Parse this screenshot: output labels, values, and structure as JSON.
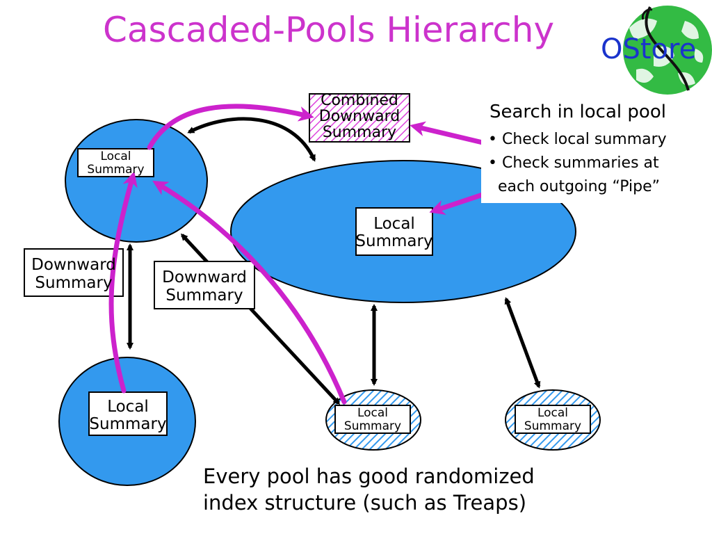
{
  "slide": {
    "title": "Cascaded-Pools Hierarchy",
    "logo_text": "OStore"
  },
  "diagram": {
    "combined_summary": [
      "Combined",
      "Downward",
      "Summary"
    ],
    "local_summary": [
      "Local",
      "Summary"
    ],
    "downward_summary_label": [
      "Downward",
      "Summary"
    ]
  },
  "callout": {
    "title": "Search in local pool",
    "bullets": [
      "• Check local summary",
      "• Check summaries at",
      "  each outgoing “Pipe”"
    ]
  },
  "footer": {
    "lines": [
      "Every pool has good randomized",
      "index structure (such as Treaps)"
    ]
  },
  "colors": {
    "pool_fill": "#3399ee",
    "accent_arrow": "#cc22cc",
    "title": "#cc33cc",
    "logo_text": "#1a33cc",
    "globe": "#33bb44"
  }
}
